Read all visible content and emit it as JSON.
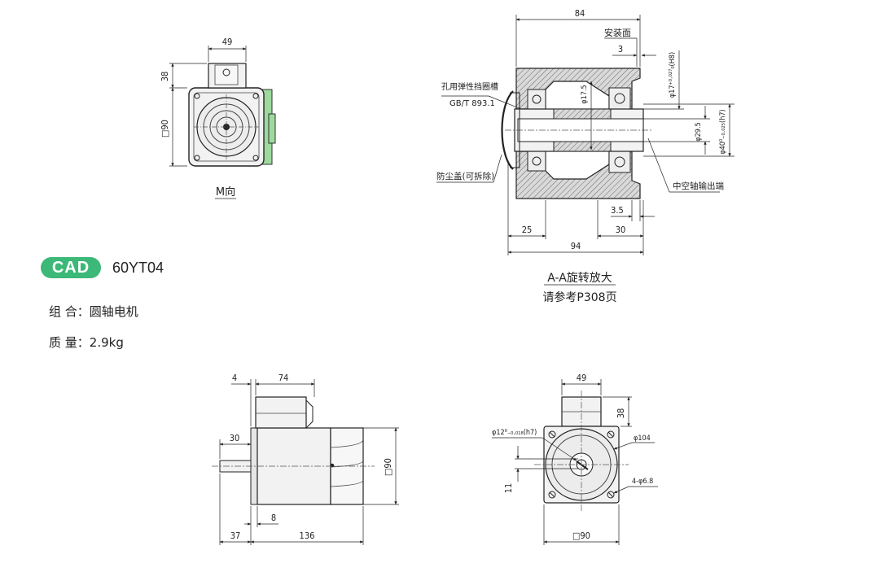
{
  "product": {
    "badge": "CAD",
    "model": "60YT04"
  },
  "specs": [
    {
      "label": "组 合：",
      "value": "圆轴电机"
    },
    {
      "label": "质 量：",
      "value": "2.9kg"
    }
  ],
  "top_left_view": {
    "dim_width": "49",
    "dim_height_box": "38",
    "dim_square": "□90",
    "caption": "M向"
  },
  "section_view": {
    "dim_overall": "84",
    "label_mount_face": "安装面",
    "dim_3": "3",
    "dim_bore_h8": "φ17⁺⁰·⁰²⁷₀(H8)",
    "dim_17_5": "φ17.5",
    "label_retaining_groove": "孔用弹性挡圈槽",
    "label_standard": "GB/T 893.1",
    "dim_29_5": "φ29.5",
    "dim_40_h7": "φ40⁰₋₀.₀₂₅(h7)",
    "label_dust_cover": "防尘盖(可拆除)",
    "label_hollow_shaft": "中空轴输出端",
    "dim_3_5": "3.5",
    "dim_25": "25",
    "dim_30": "30",
    "dim_94": "94",
    "caption_title": "A-A旋转放大",
    "caption_ref": "请参考P308页"
  },
  "side_view": {
    "dim_4": "4",
    "dim_74": "74",
    "dim_30": "30",
    "dim_square": "□90",
    "dim_8": "8",
    "dim_37": "37",
    "dim_136": "136"
  },
  "front_view": {
    "dim_49": "49",
    "dim_38": "38",
    "dim_shaft": "φ12⁰₋₀.₀₁₈(h7)",
    "dim_104": "φ104",
    "dim_11": "11",
    "dim_holes": "4-φ6.8",
    "dim_square": "□90"
  },
  "colors": {
    "badge": "#3cb878",
    "motor_fill": "#f2f2f2",
    "green_part": "#9ed99e",
    "hatch": "#555555"
  }
}
